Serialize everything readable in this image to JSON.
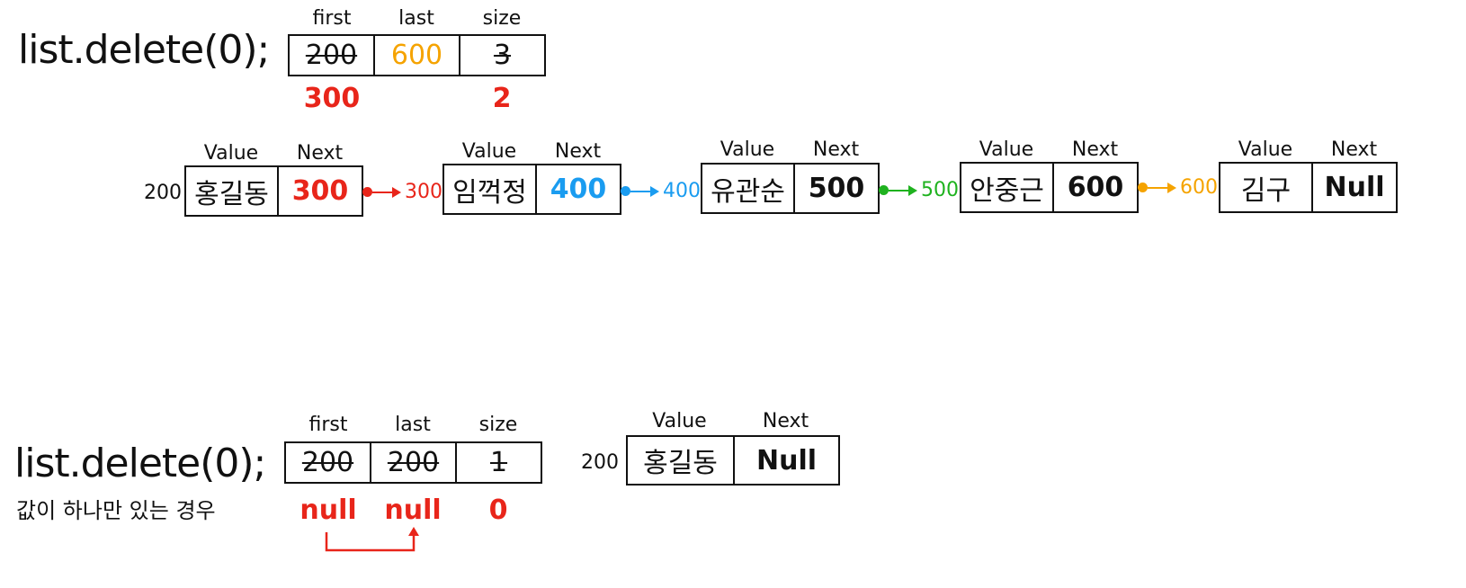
{
  "colors": {
    "red": "#e8251a",
    "orange": "#f5a300",
    "blue": "#1a9cf0",
    "green": "#1fb21f",
    "black": "#111111"
  },
  "top": {
    "code": "list.delete(0);",
    "headers": {
      "first": "first",
      "last": "last",
      "size": "size"
    },
    "old": {
      "first": "200",
      "last": "600",
      "size": "3"
    },
    "new": {
      "first": "300",
      "size": "2"
    }
  },
  "node_headers": {
    "value": "Value",
    "next": "Next"
  },
  "nodes": [
    {
      "address": "200",
      "value": "홍길동",
      "next": "300"
    },
    {
      "value": "임꺽정",
      "next": "400"
    },
    {
      "value": "유관순",
      "next": "500"
    },
    {
      "value": "안중근",
      "next": "600"
    },
    {
      "value": "김구",
      "next": "Null"
    }
  ],
  "links": [
    "300",
    "400",
    "500",
    "600"
  ],
  "bottom": {
    "code": "list.delete(0);",
    "note": "값이 하나만 있는 경우",
    "headers": {
      "first": "first",
      "last": "last",
      "size": "size"
    },
    "old": {
      "first": "200",
      "last": "200",
      "size": "1"
    },
    "new": {
      "first": "null",
      "last": "null",
      "size": "0"
    },
    "node": {
      "address": "200",
      "value": "홍길동",
      "next": "Null"
    }
  }
}
